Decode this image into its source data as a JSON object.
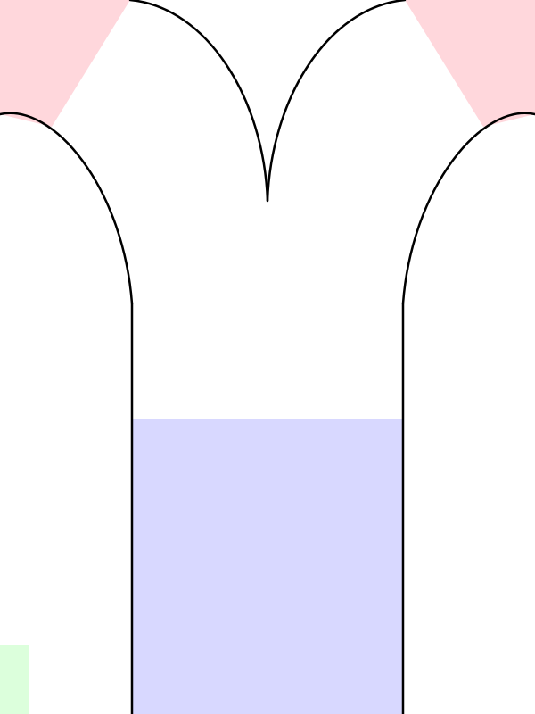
{
  "figure": {
    "background": "#ffffff",
    "colors": {
      "outline": "#000000",
      "pink_region": "#ffd7dc",
      "blue_region": "#d8d8ff",
      "green_region": "#dcffdc"
    },
    "regions": [
      {
        "name": "pink-wedge-left",
        "color_key": "pink_region"
      },
      {
        "name": "pink-wedge-right",
        "color_key": "pink_region"
      },
      {
        "name": "blue-fill-region",
        "color_key": "blue_region"
      },
      {
        "name": "green-corner-region",
        "color_key": "green_region"
      }
    ],
    "outlines": [
      "left-outer-arch-curve",
      "left-stem-line",
      "central-cusp-left-curve",
      "central-cusp-right-curve",
      "right-stem-line",
      "right-outer-arch-curve"
    ]
  }
}
